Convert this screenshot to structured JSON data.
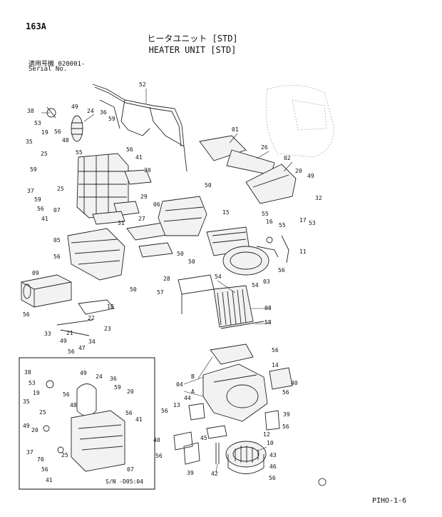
{
  "header": {
    "page_number": "163A",
    "title_jp": "ヒータユニット [STD]",
    "title_en": "HEATER UNIT [STD]",
    "serial_label_jp": "適用号機  020001-",
    "serial_label_en": "Serial No."
  },
  "inset": {
    "serial_note": "S/N  -D05:04"
  },
  "footer": {
    "code": "PIHO-1-6"
  },
  "callouts_main": [
    "52",
    "38",
    "53",
    "49",
    "24",
    "19",
    "56",
    "48",
    "36",
    "59",
    "35",
    "25",
    "55",
    "56",
    "41",
    "59",
    "30",
    "37",
    "25",
    "59",
    "29",
    "56",
    "41",
    "07",
    "27",
    "31",
    "05",
    "56",
    "06",
    "15",
    "09",
    "50",
    "28",
    "50",
    "50",
    "57",
    "56",
    "18",
    "22",
    "33",
    "21",
    "23",
    "49",
    "56",
    "34",
    "47",
    "01",
    "26",
    "02",
    "20",
    "49",
    "32",
    "55",
    "17",
    "16",
    "55",
    "53",
    "11",
    "54",
    "54",
    "03",
    "56",
    "08",
    "58",
    "50"
  ],
  "callouts_lower": [
    "56",
    "04",
    "B",
    "A",
    "14",
    "40",
    "56",
    "13",
    "44",
    "39",
    "56",
    "12",
    "56",
    "40",
    "45",
    "10",
    "43",
    "46",
    "56",
    "39",
    "42",
    "56"
  ],
  "callouts_inset": [
    "38",
    "53",
    "19",
    "49",
    "24",
    "56",
    "48",
    "36",
    "59",
    "20",
    "35",
    "25",
    "49",
    "20",
    "56",
    "41",
    "37",
    "70",
    "56",
    "41",
    "25",
    "07"
  ]
}
